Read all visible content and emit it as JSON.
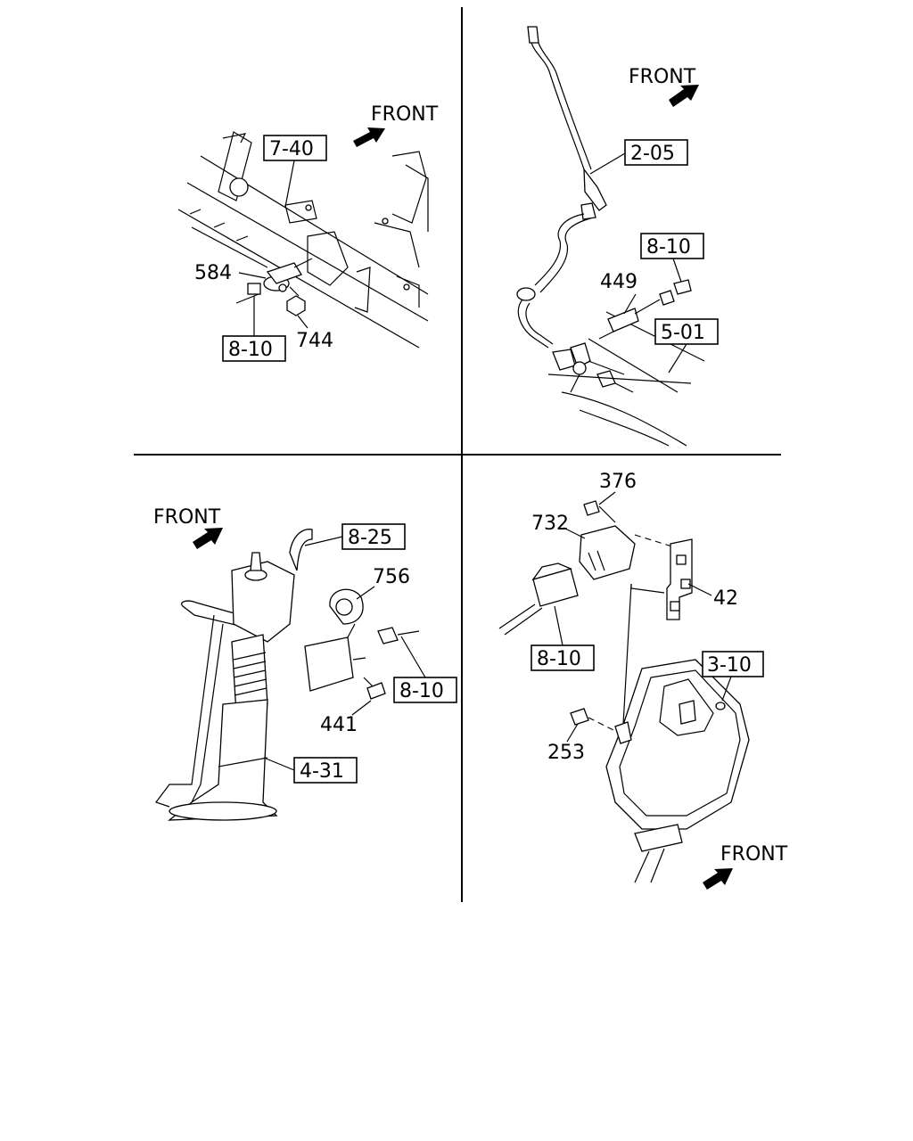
{
  "front_label": "FRONT",
  "q1": {
    "front": "FRONT",
    "ref_740": "7-40",
    "num_584": "584",
    "ref_810": "8-10",
    "num_744": "744"
  },
  "q2": {
    "front": "FRONT",
    "ref_205": "2-05",
    "ref_810": "8-10",
    "num_449": "449",
    "ref_501": "5-01"
  },
  "q3": {
    "front": "FRONT",
    "ref_825": "8-25",
    "num_756": "756",
    "ref_810": "8-10",
    "num_441": "441",
    "ref_431": "4-31"
  },
  "q4": {
    "num_376": "376",
    "num_732": "732",
    "num_42": "42",
    "ref_810": "8-10",
    "ref_310": "3-10",
    "num_253": "253",
    "front": "FRONT"
  }
}
